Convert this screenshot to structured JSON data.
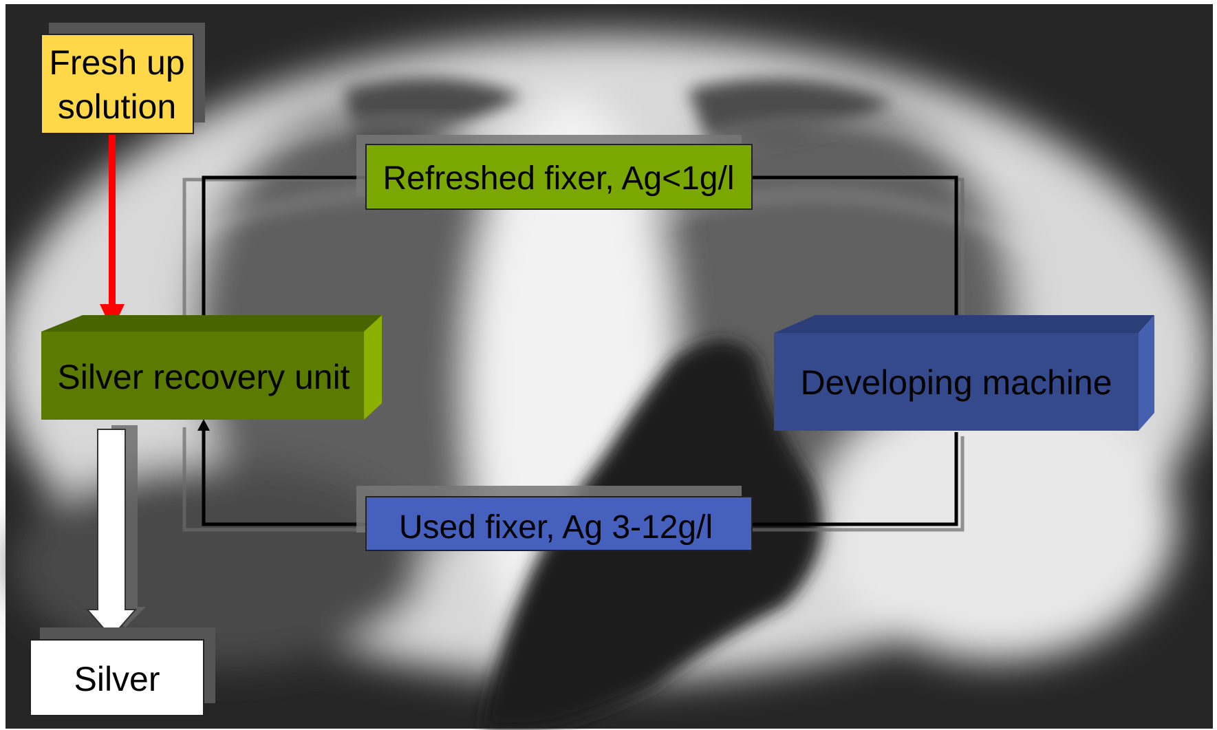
{
  "diagram": {
    "fresh_up_label": {
      "line1": "Fresh up",
      "line2": "solution"
    },
    "refreshed_fixer_label": "Refreshed fixer, Ag<1g/l",
    "silver_recovery_unit_label": "Silver recovery unit",
    "developing_machine_label": "Developing machine",
    "used_fixer_label": "Used fixer, Ag 3-12g/l",
    "silver_label": "Silver"
  },
  "colors": {
    "fresh_up_box": "#FFD84A",
    "refreshed_fixer_box": "#7BA800",
    "silver_recovery_front": "#5A7A00",
    "silver_recovery_top": "#466400",
    "silver_recovery_side": "#8CB000",
    "developing_front": "#354A8C",
    "developing_top": "#2C3E78",
    "developing_side": "#4660B0",
    "used_fixer_box": "#4660BE",
    "silver_box": "#FFFFFF",
    "red_arrow": "#FF0000",
    "background_dark": "#2a2a2a"
  }
}
